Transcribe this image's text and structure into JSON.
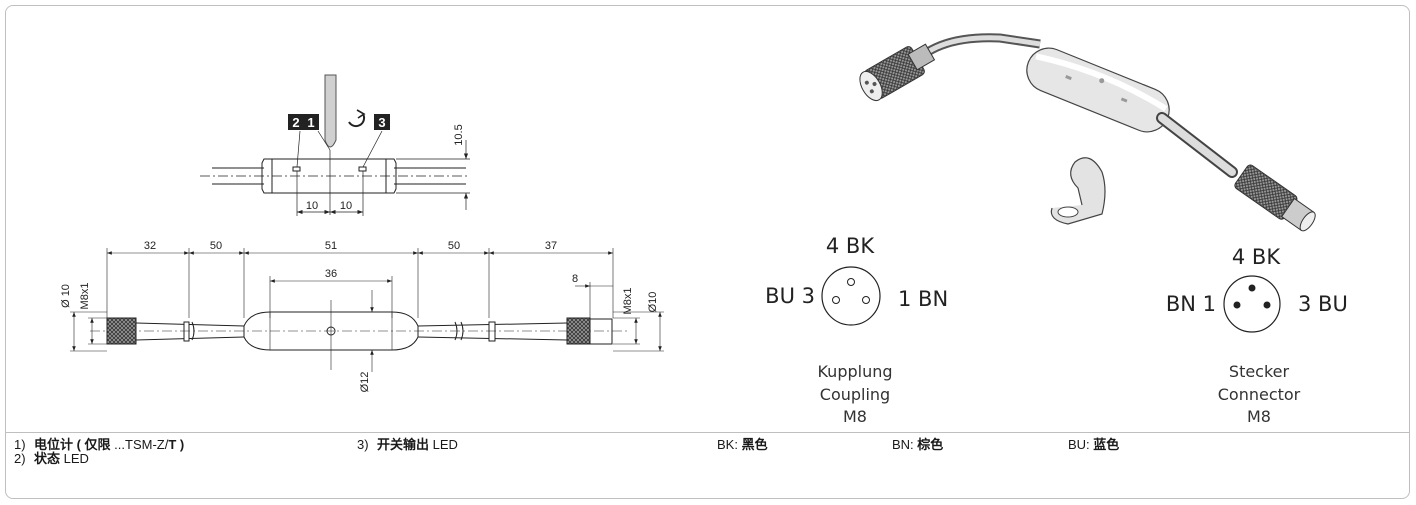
{
  "callouts": {
    "c1": "1",
    "c2": "2",
    "c3": "3"
  },
  "top_view": {
    "height": "10.5",
    "led_left": "10",
    "led_right": "10"
  },
  "side_view": {
    "seg1": "32",
    "seg2": "50",
    "seg3": "51",
    "seg4": "50",
    "seg5": "37",
    "body_inner": "36",
    "conn_len": "8",
    "left_dia": "Ø 10",
    "left_thread": "M8x1",
    "right_thread": "M8x1",
    "right_dia": "Ø10",
    "body_dia": "Ø12"
  },
  "coupling": {
    "top": "4 BK",
    "left": "BU 3",
    "right": "1 BN",
    "line1": "Kupplung",
    "line2": "Coupling",
    "line3": "M8"
  },
  "connector": {
    "top": "4 BK",
    "left": "BN 1",
    "right": "3 BU",
    "line1": "Stecker",
    "line2": "Connector",
    "line3": "M8"
  },
  "footnotes": {
    "n1_num": "1)",
    "n1_bold": "电位计 ( 仅限 ",
    "n1_text": "...TSM-Z/",
    "n1_tail": "T )",
    "n2_num": "2)",
    "n2_bold": "状态",
    "n2_text": " LED",
    "n3_num": "3)",
    "n3_bold": "开关输出",
    "n3_text": " LED",
    "bk_code": "BK: ",
    "bk_name": "黑色",
    "bn_code": "BN: ",
    "bn_name": "棕色",
    "bu_code": "BU: ",
    "bu_name": "蓝色"
  }
}
